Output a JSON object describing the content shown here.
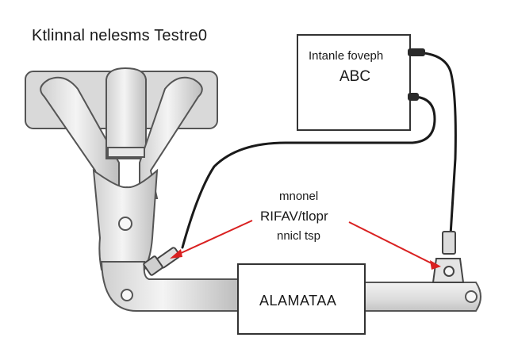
{
  "title": "Ktlinnal nelesms Testre0",
  "box_top": {
    "line1": "Intanle foveph",
    "line2": "ABC"
  },
  "middle_label": {
    "line1": "mnonel",
    "line2": "RIFAV/tlopr",
    "line3": "nnicl tsp"
  },
  "box_bottom": {
    "line1": "ALAMATAA"
  },
  "colors": {
    "pipe": "#e2e2e2",
    "outline": "#555555",
    "wire": "#1a1a1a",
    "pointer": "#d92020"
  }
}
